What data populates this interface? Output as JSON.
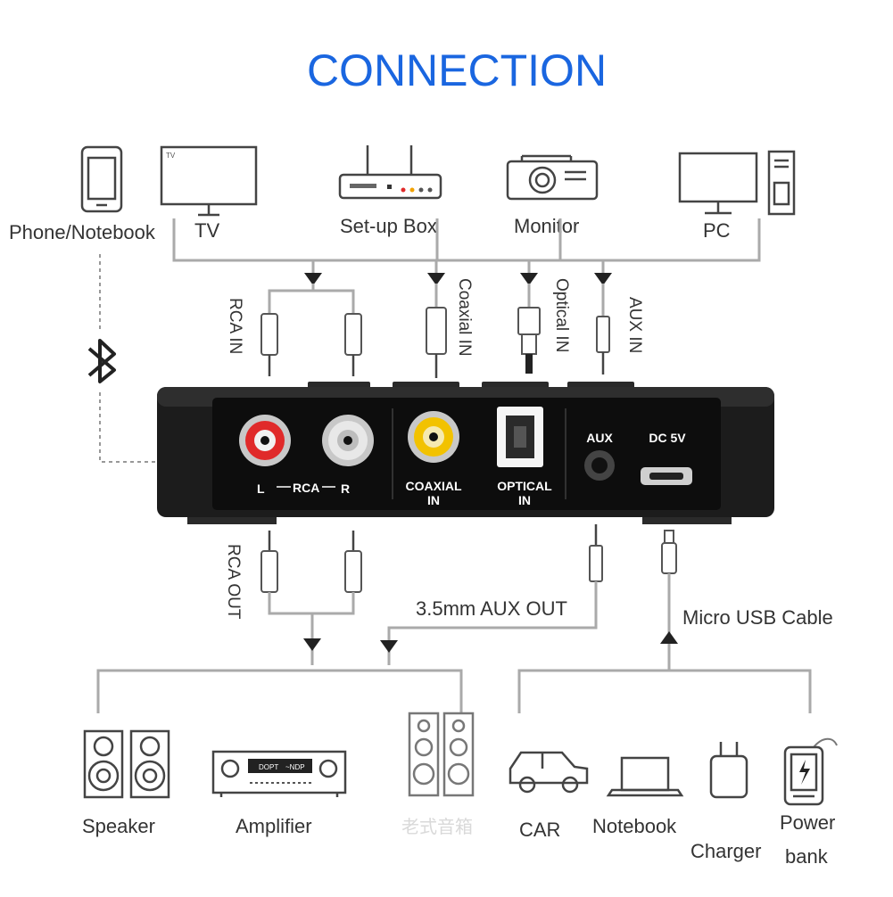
{
  "title": "CONNECTION",
  "sources": {
    "phone": "Phone/Notebook",
    "tv": "TV",
    "tv_screen_text": "TV",
    "setup_box": "Set-up Box",
    "monitor": "Monitor",
    "pc": "PC"
  },
  "inputs": {
    "rca_in": "RCA IN",
    "coaxial_in": "Coaxial IN",
    "optical_in": "Optical IN",
    "aux_in": "AUX IN"
  },
  "device_panel": {
    "rca_left": "L",
    "rca_mid": "RCA",
    "rca_right": "R",
    "coaxial_line1": "COAXIAL",
    "coaxial_line2": "IN",
    "optical_line1": "OPTICAL",
    "optical_line2": "IN",
    "aux": "AUX",
    "dc": "DC 5V"
  },
  "outputs": {
    "rca_out": "RCA OUT",
    "aux_out": "3.5mm AUX OUT",
    "usb_cable": "Micro USB Cable"
  },
  "amplifier_display": {
    "left": "DOPT",
    "right": "~NDP"
  },
  "sinks": {
    "speaker": "Speaker",
    "amplifier": "Amplifier",
    "old_speaker": "老式音箱",
    "car": "CAR",
    "notebook": "Notebook",
    "charger": "Charger",
    "power_line1": "Power",
    "power_line2": "bank"
  },
  "colors": {
    "title": "#1a66e0",
    "rca_red": "#e02a2a",
    "coaxial_yellow": "#f2c200",
    "device_body": "#1c1c1c"
  }
}
